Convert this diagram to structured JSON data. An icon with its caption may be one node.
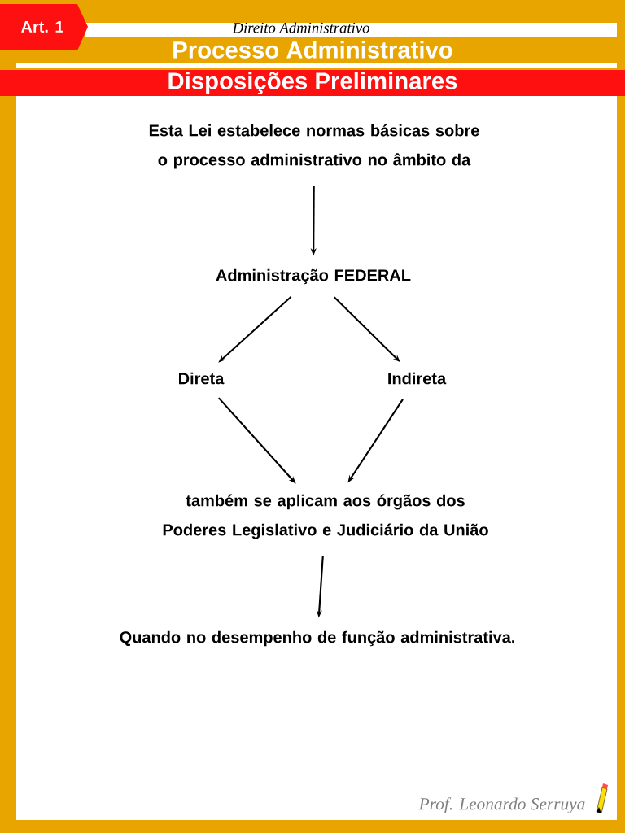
{
  "diagram": {
    "title": "Processo Administrativo",
    "nodes": [
      {
        "text": [
          "Esta Lei estabelece normas básicas sobre o processo administrativo no âmbito da"
        ]
      },
      {
        "text": [
          "Administração FEDERAL"
        ]
      },
      {
        "text": [
          "Direta"
        ]
      },
      {
        "text": [
          "Indireta"
        ]
      },
      {
        "text": [
          "também se aplicam aos órgãos dos Poderes Legislativo e Judiciário da União"
        ]
      },
      {
        "text": [
          "Quando no desempenho de função administrativa."
        ]
      }
    ],
    "edges": [
      {
        "from": 0,
        "to": 1,
        "arrow": "to"
      },
      {
        "from": 1,
        "to": 2,
        "arrow": "to"
      },
      {
        "from": 1,
        "to": 3,
        "arrow": "to"
      },
      {
        "from": 2,
        "to": 4,
        "arrow": "to"
      },
      {
        "from": 3,
        "to": 4,
        "arrow": "to"
      },
      {
        "from": 4,
        "to": 5,
        "arrow": "to"
      }
    ],
    "labels": [
      "Art. 1",
      "Direito Administrativo",
      "Disposições Preliminares",
      "Prof. Leonardo Serruya"
    ]
  }
}
